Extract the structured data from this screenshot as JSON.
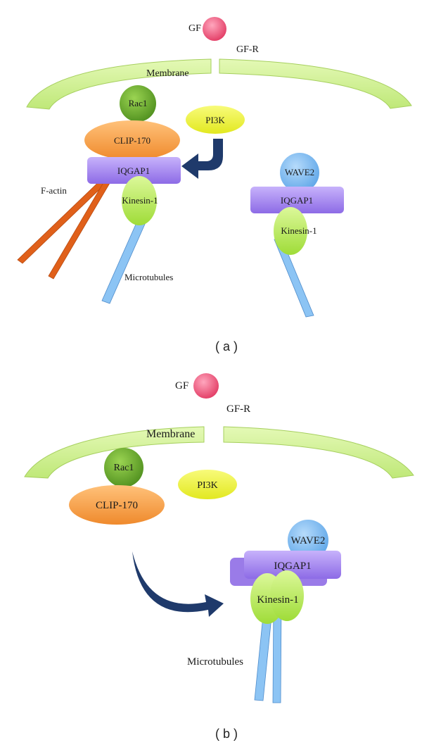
{
  "colors": {
    "membrane": "#cdef8f",
    "gf": "#f0557a",
    "rac1": "#6eaf2e",
    "clip170": "#f6a24a",
    "pi3k": "#eef23a",
    "iqgap1": "#a98af0",
    "wave2": "#7fbdf0",
    "kinesin": "#b8ea5a",
    "microtubule": "#8cc4f4",
    "factin": "#e0601a",
    "arrow": "#1f3a6b"
  },
  "panel_a": {
    "label": "( a )",
    "gf": "GF",
    "gfr": "GF-R",
    "membrane": "Membrane",
    "rac1": "Rac1",
    "pi3k": "PI3K",
    "clip170": "CLIP-170",
    "iqgap1_left": "IQGAP1",
    "factin": "F-actin",
    "kinesin_left": "Kinesin-1",
    "microtubules": "Microtubules",
    "wave2": "WAVE2",
    "iqgap1_right": "IQGAP1",
    "kinesin_right": "Kinesin-1"
  },
  "panel_b": {
    "label": "( b )",
    "gf": "GF",
    "gfr": "GF-R",
    "membrane": "Membrane",
    "rac1": "Rac1",
    "pi3k": "PI3K",
    "clip170": "CLIP-170",
    "wave2": "WAVE2",
    "iqgap1": "IQGAP1",
    "kinesin": "Kinesin-1",
    "microtubules": "Microtubules"
  }
}
